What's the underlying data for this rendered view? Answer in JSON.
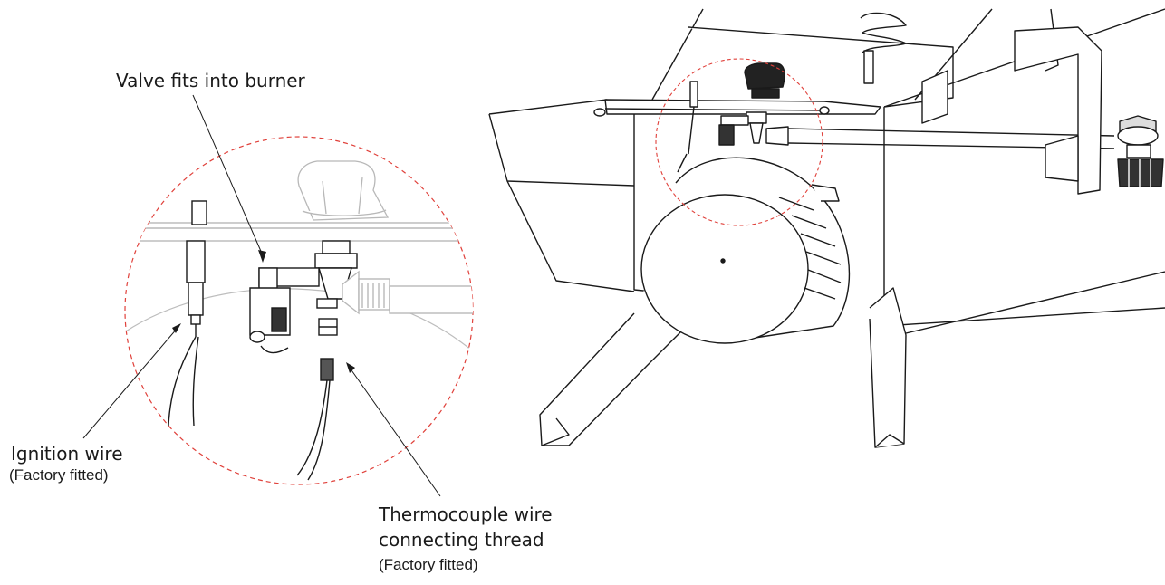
{
  "callouts": {
    "valve": {
      "text": "Valve fits into burner"
    },
    "ignition": {
      "text": "Ignition wire",
      "note": "(Factory fitted)"
    },
    "thermocouple": {
      "line1": "Thermocouple wire",
      "line2": "connecting thread",
      "note": "(Factory fitted)"
    }
  },
  "colors": {
    "line": "#1a1a1a",
    "detail_circle": "#e0403a",
    "light_part": "#b8b8b8"
  }
}
